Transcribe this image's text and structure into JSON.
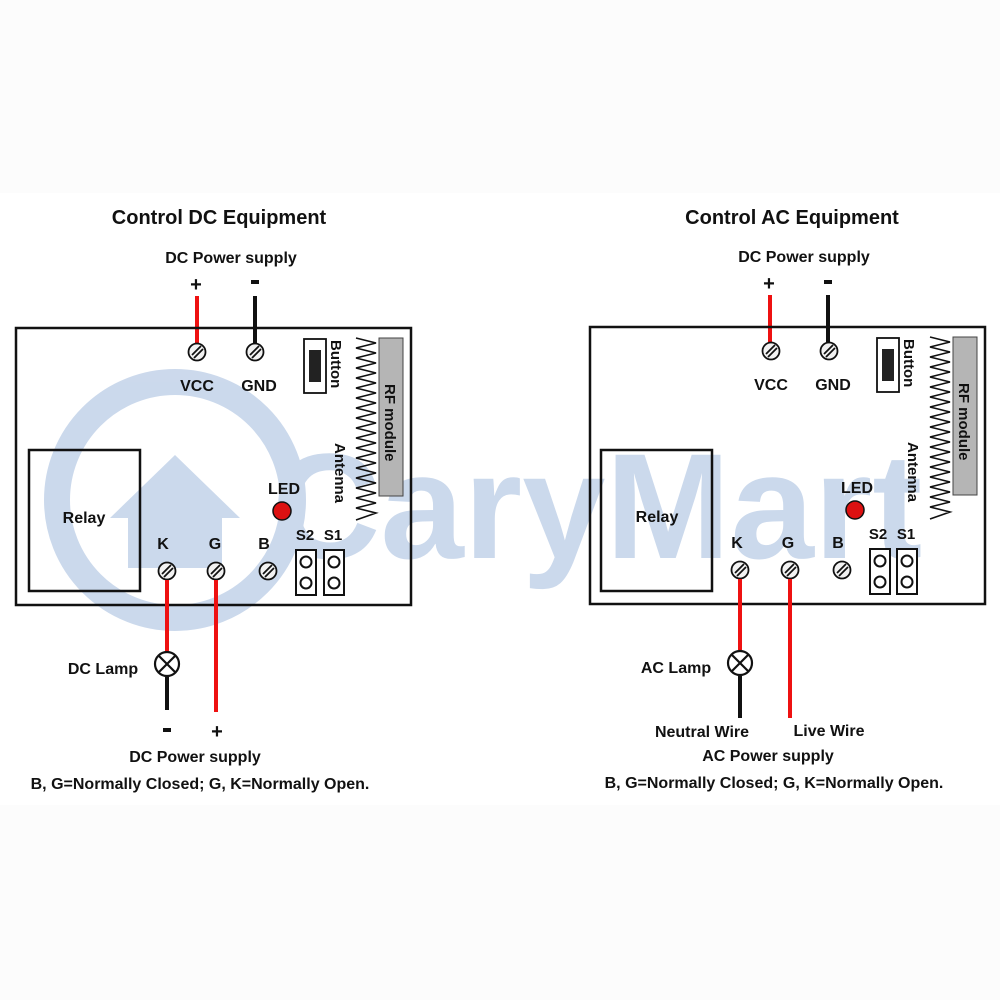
{
  "watermark": {
    "text": "CaryMart"
  },
  "colors": {
    "wire_positive": "#ee1111",
    "wire_negative": "#111111",
    "led": "#dd1111",
    "watermark": "#c6d5ea"
  },
  "dc": {
    "title": "Control DC Equipment",
    "supply_label": "DC Power supply",
    "plus": "+",
    "minus": "-",
    "vcc": "VCC",
    "gnd": "GND",
    "button": "Button",
    "rf_module": "RF module",
    "antenna": "Antenna",
    "led": "LED",
    "relay": "Relay",
    "k": "K",
    "g": "G",
    "b": "B",
    "s2": "S2",
    "s1": "S1",
    "lamp": "DC Lamp",
    "load_minus": "-",
    "load_plus": "+",
    "bottom_supply": "DC Power supply",
    "note": "B, G=Normally Closed; G, K=Normally Open."
  },
  "ac": {
    "title": "Control AC Equipment",
    "supply_label": "DC Power supply",
    "plus": "+",
    "minus": "-",
    "vcc": "VCC",
    "gnd": "GND",
    "button": "Button",
    "rf_module": "RF module",
    "antenna": "Antenna",
    "led": "LED",
    "relay": "Relay",
    "k": "K",
    "g": "G",
    "b": "B",
    "s2": "S2",
    "s1": "S1",
    "lamp": "AC Lamp",
    "neutral": "Neutral Wire",
    "live": "Live Wire",
    "bottom_supply": "AC Power supply",
    "note": "B, G=Normally Closed; G, K=Normally Open."
  }
}
